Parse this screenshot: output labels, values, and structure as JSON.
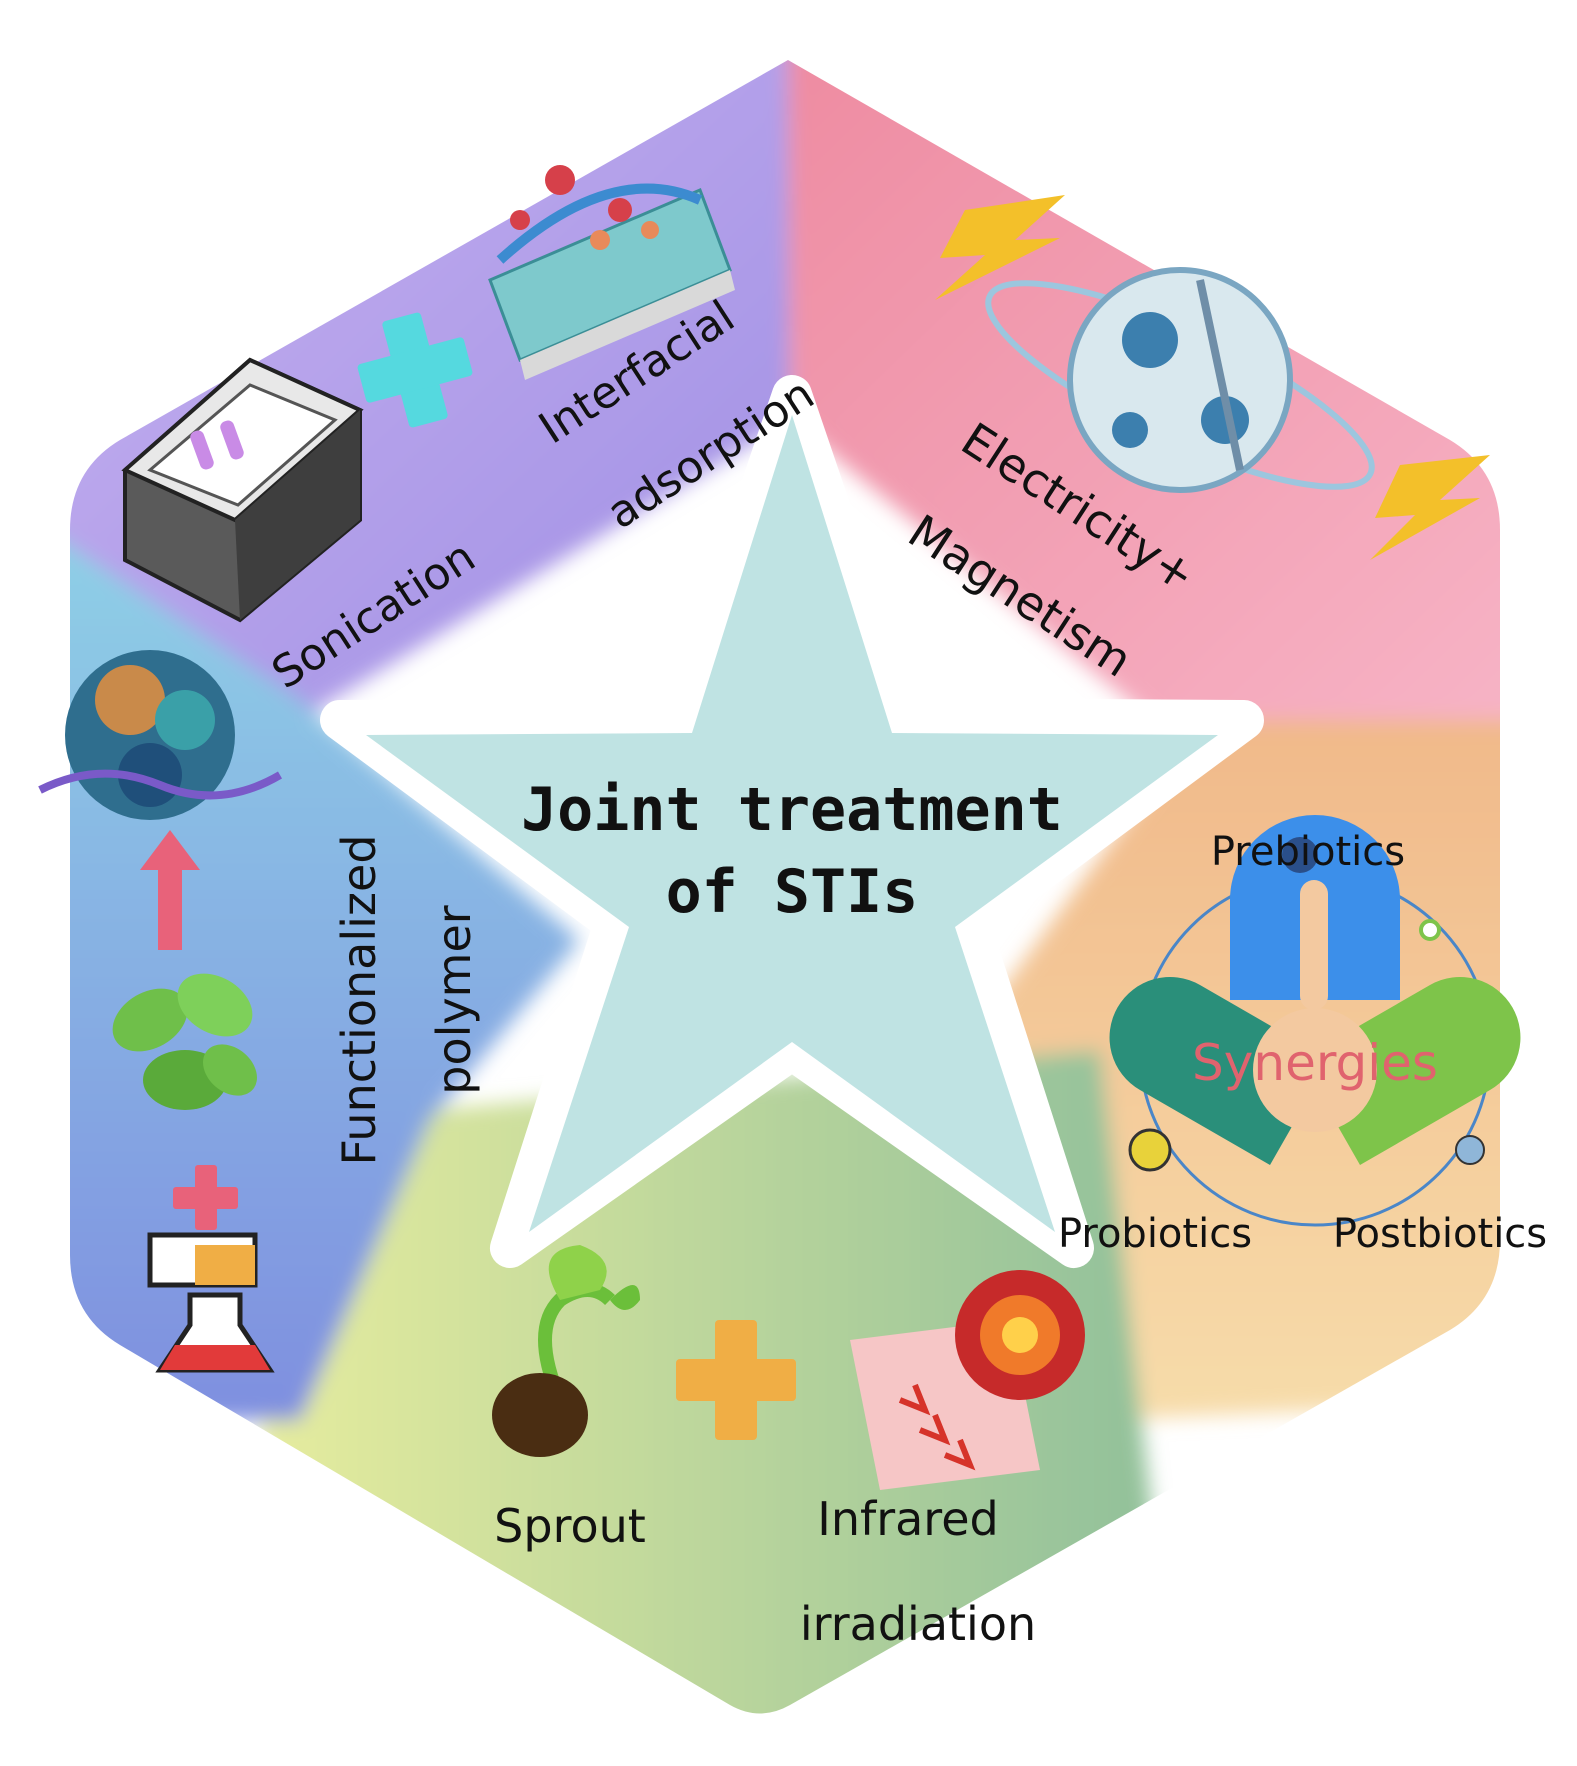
{
  "center": {
    "line1": "Joint treatment",
    "line2": "of STIs"
  },
  "segments": {
    "top": {
      "sonication": "Sonication",
      "interfacial_1": "Interfacial",
      "interfacial_2": "adsorption",
      "color": "#b49ee6"
    },
    "top_right": {
      "line1": "Electricity+",
      "line2": "Magnetism",
      "color": "#f0a0b4"
    },
    "right": {
      "prebiotics": "Prebiotics",
      "synergies": "Synergies",
      "probiotics": "Probiotics",
      "postbiotics": "Postbiotics",
      "color": "#f3c9a0"
    },
    "bottom": {
      "sprout": "Sprout",
      "infrared_1": "Infrared",
      "infrared_2": "irradiation",
      "color": "#b9d69a"
    },
    "left": {
      "line1": "Functionalized",
      "line2": "polymer",
      "color": "#8fb0e6"
    }
  },
  "colors": {
    "star": "#bfe3e3",
    "plus_top": "#55d9df",
    "plus_bottom": "#f0ae45",
    "plus_left": "#e8627a"
  }
}
